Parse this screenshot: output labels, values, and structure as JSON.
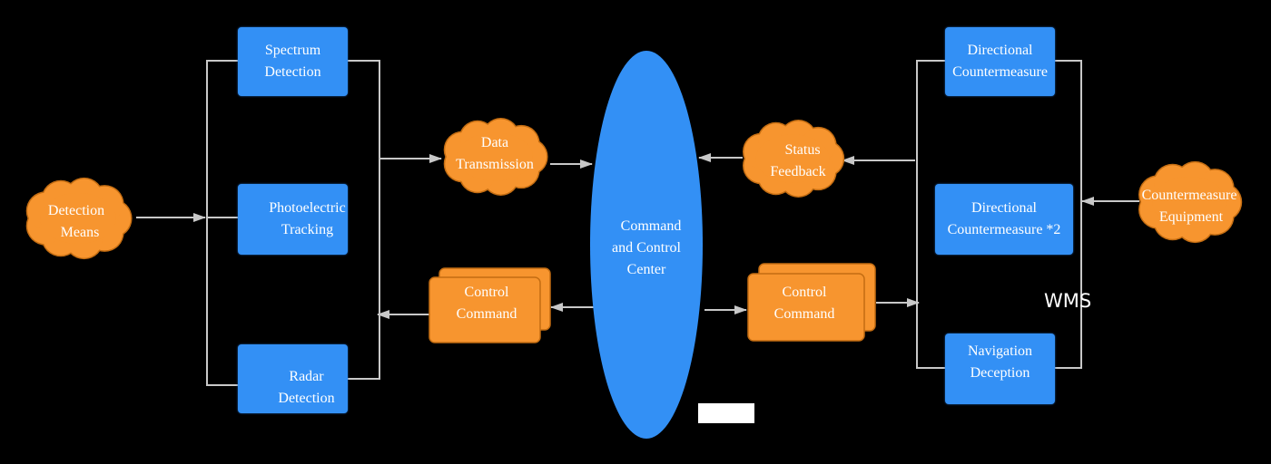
{
  "diagram": {
    "nodes": {
      "detection_means": {
        "line1": "Detection",
        "line2": "Means"
      },
      "spectrum_detection": {
        "line1": "Spectrum",
        "line2": "Detection"
      },
      "photoelectric_tracking": {
        "line1": "Photoelectric",
        "line2": "Tracking"
      },
      "radar_detection": {
        "line1": "Radar",
        "line2": "Detection"
      },
      "data_transmission": {
        "line1": "Data",
        "line2": "Transmission"
      },
      "control_command_left": {
        "line1": "Control",
        "line2": "Command"
      },
      "command_center": {
        "line1": "Command",
        "line2": "and Control",
        "line3": "Center"
      },
      "status_feedback": {
        "line1": "Status",
        "line2": "Feedback"
      },
      "control_command_right": {
        "line1": "Control",
        "line2": "Command"
      },
      "directional_countermeasure": {
        "line1": "Directional",
        "line2": "Countermeasure"
      },
      "directional_countermeasure_2": {
        "line1": "Directional",
        "line2": "Countermeasure *2"
      },
      "navigation_deception": {
        "line1": "Navigation",
        "line2": "Deception"
      },
      "countermeasure_equipment": {
        "line1": "Countermeasure",
        "line2": "Equipment"
      }
    },
    "annotation": "WMS",
    "colors": {
      "background": "#000000",
      "blue_node": "#3390f5",
      "orange_node": "#f7952f",
      "connector": "#c8c8c8"
    }
  }
}
